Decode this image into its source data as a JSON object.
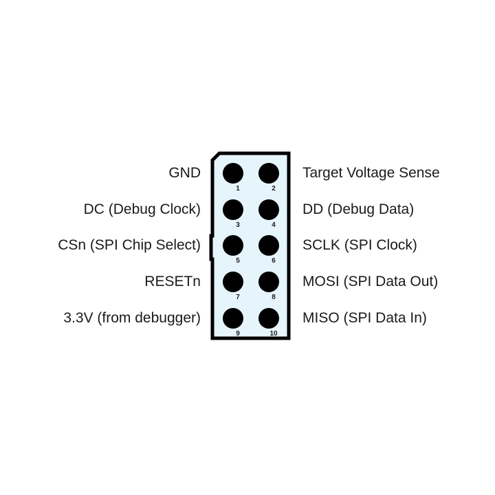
{
  "header": {
    "colors": {
      "body_fill": "#e6f4fb",
      "outline": "#000000",
      "pin": "#000000",
      "text": "#1a1a1a"
    }
  },
  "pins": [
    {
      "number": "1",
      "signal": "GND"
    },
    {
      "number": "2",
      "signal": "Target Voltage Sense"
    },
    {
      "number": "3",
      "signal": "DC (Debug Clock)"
    },
    {
      "number": "4",
      "signal": "DD (Debug Data)"
    },
    {
      "number": "5",
      "signal": "CSn (SPI Chip Select)"
    },
    {
      "number": "6",
      "signal": "SCLK (SPI Clock)"
    },
    {
      "number": "7",
      "signal": "RESETn"
    },
    {
      "number": "8",
      "signal": "MOSI (SPI Data Out)"
    },
    {
      "number": "9",
      "signal": "3.3V (from debugger)"
    },
    {
      "number": "10",
      "signal": "MISO (SPI Data In)"
    }
  ]
}
